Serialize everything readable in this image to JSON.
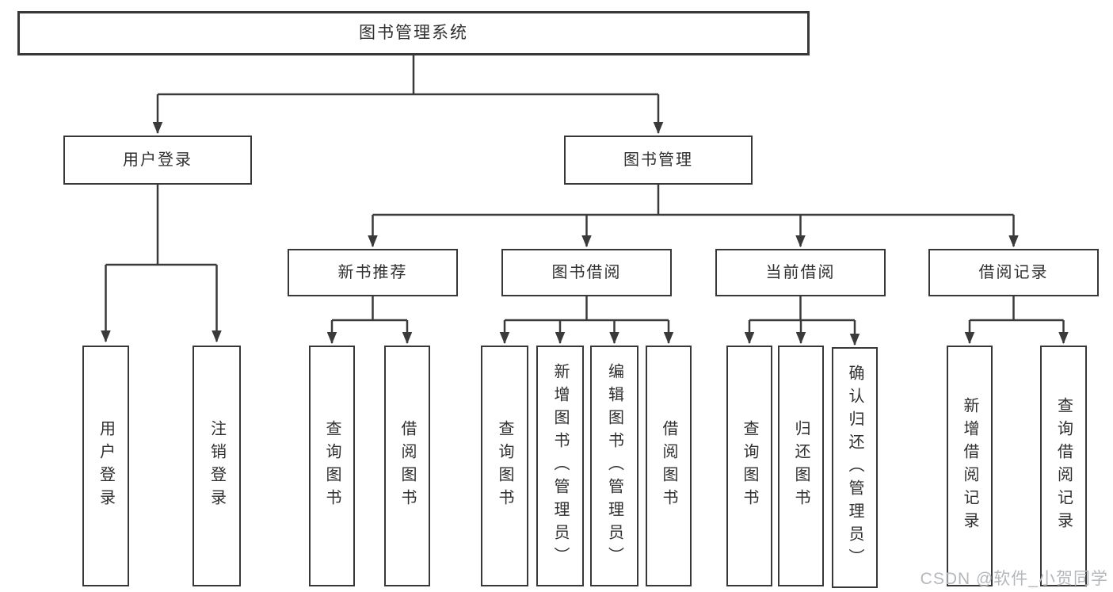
{
  "nodes": {
    "root": "图书管理系统",
    "level2": {
      "user_login": "用户登录",
      "book_mgmt": "图书管理"
    },
    "level3": {
      "new_book_rec": "新书推荐",
      "book_borrow": "图书借阅",
      "current_borrow": "当前借阅",
      "borrow_record": "借阅记录"
    },
    "leaves": {
      "ul_login": "用户登录",
      "ul_logout": "注销登录",
      "nbr_query_book": "查询图书",
      "nbr_borrow_book": "借阅图书",
      "bb_query_book": "查询图书",
      "bb_add_book": "新增图书（管理员）",
      "bb_edit_book": "编辑图书（管理员）",
      "bb_borrow_book": "借阅图书",
      "cb_query_book": "查询图书",
      "cb_return_book": "归还图书",
      "cb_confirm_return": "确认归还（管理员）",
      "br_add_record": "新增借阅记录",
      "br_query_record": "查询借阅记录"
    }
  },
  "watermark": "CSDN @软件_小贺同学",
  "colors": {
    "line": "#3a3a3a",
    "border": "#383838",
    "text": "#2f2f2f",
    "background": "#ffffff",
    "watermark": "#b4b7bb"
  }
}
